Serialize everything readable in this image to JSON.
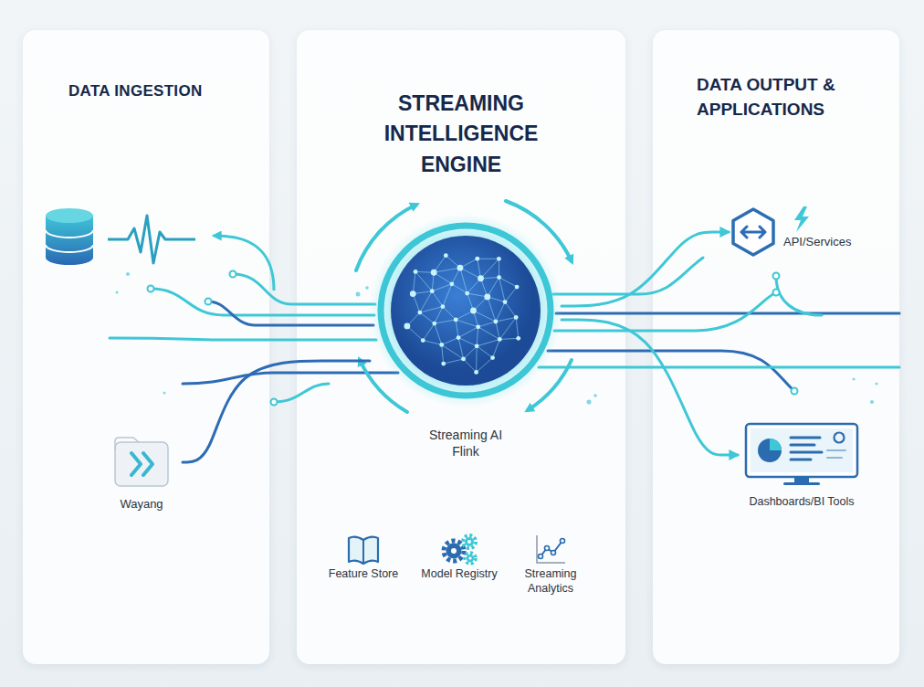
{
  "diagram": {
    "nodes": [
      {
        "text": [
          "DATA INGESTION"
        ]
      },
      {
        "text": [
          "Wayang"
        ],
        "in": 0
      },
      {
        "text": [
          "STREAMING INTELLIGENCE ENGINE"
        ]
      },
      {
        "text": [
          "Streaming AI Flink"
        ],
        "in": 2
      },
      {
        "text": [
          "Feature Store"
        ],
        "in": 2
      },
      {
        "text": [
          "Model Registry"
        ],
        "in": 2
      },
      {
        "text": [
          "Streaming Analytics"
        ],
        "in": 2
      },
      {
        "text": [
          "DATA OUTPUT & APPLICATIONS"
        ]
      },
      {
        "text": [
          "API/Services"
        ],
        "in": 7
      },
      {
        "text": [
          "Dashboards/BI Tools"
        ],
        "in": 7
      }
    ],
    "edges": [
      {
        "from": 1,
        "to": 3,
        "arrow": "none"
      },
      {
        "from": 3,
        "to": 8,
        "arrow": "to"
      },
      {
        "from": 3,
        "to": 9,
        "arrow": "to"
      }
    ]
  }
}
